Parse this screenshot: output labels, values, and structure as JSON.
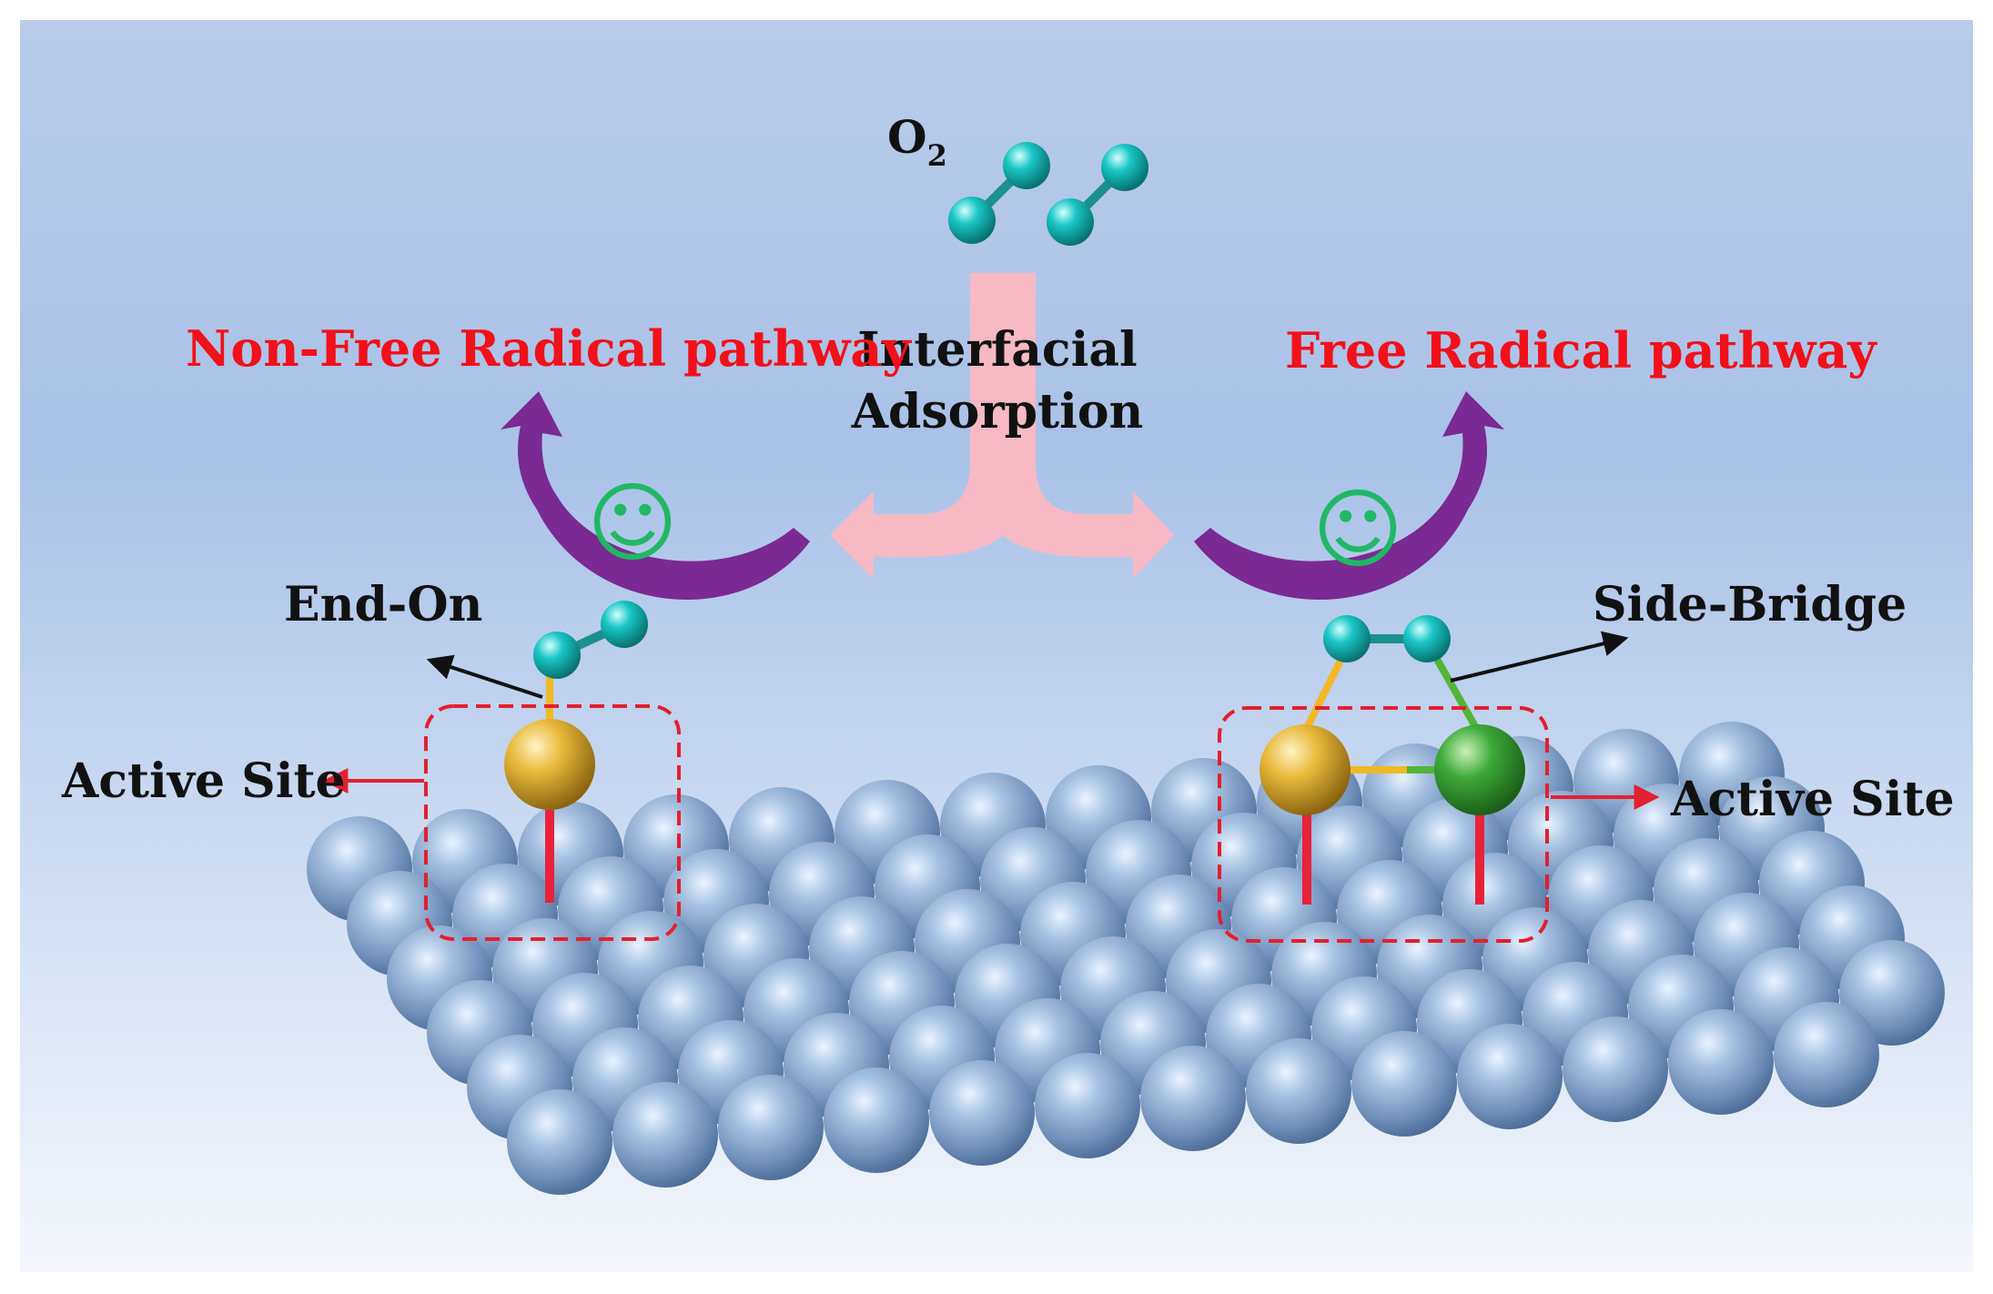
{
  "labels": {
    "o2_main": "O",
    "o2_sub": "2",
    "interfacial_line1": "Interfacial",
    "interfacial_line2": "Adsorption",
    "non_free_radical": "Non-Free Radical pathway",
    "free_radical": "Free Radical pathway",
    "end_on": "End-On",
    "side_bridge": "Side-Bridge",
    "active_site_left": "Active Site",
    "active_site_right": "Active Site",
    "smiley_left": "☺",
    "smiley_right": "☺"
  },
  "colors": {
    "background_top": "#b9cbea",
    "background_mid": "#a9c2e8",
    "background_bottom": "#f4f7fc",
    "oxygen_atom": "#19c6c6",
    "oxygen_bond": "#1c8f8f",
    "surface_atom": "#7f9fc6",
    "gold_atom": "#e8b93a",
    "green_atom": "#3fa93a",
    "pink_arrow": "#f7b9c3",
    "purple_arrow": "#7a2a92",
    "pathway_text": "#f2101a",
    "active_site_box": "#e2202e",
    "smiley": "#21b865",
    "gold_bond": "#f2b824",
    "green_bond": "#52b53a",
    "anchor_bond": "#e8223a"
  },
  "surface": {
    "rows": 6,
    "columns": 14
  }
}
